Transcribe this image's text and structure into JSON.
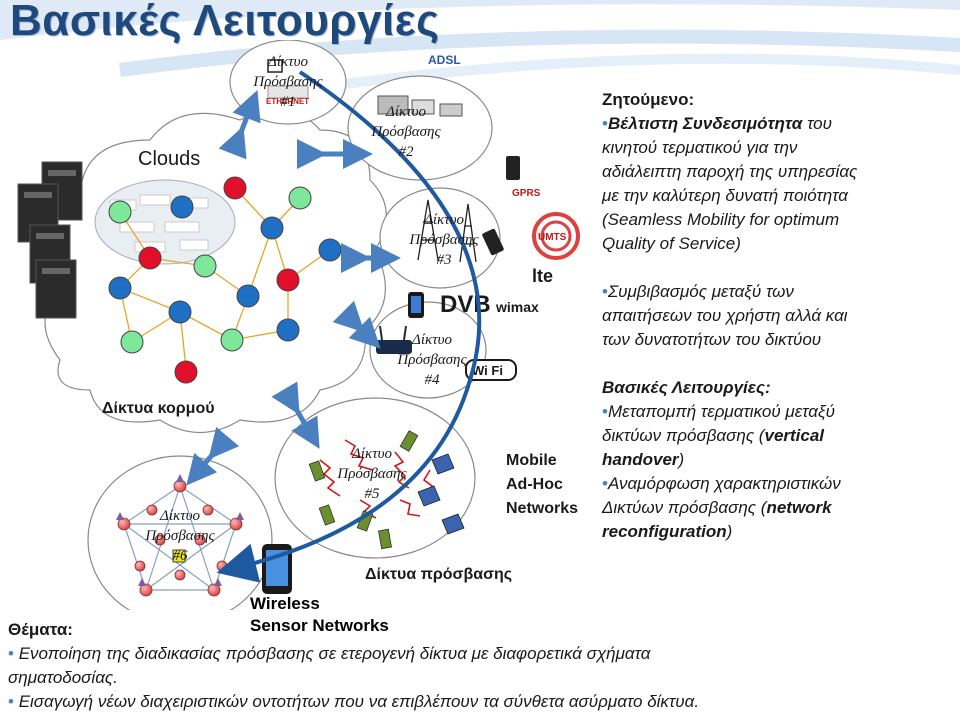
{
  "title": "Βασικές Λειτουργίες",
  "colors": {
    "title": "#1f497d",
    "arrow": "#4a7fc0",
    "arc": "#1f5aa0",
    "node_blue": "#1f6fc4",
    "node_green": "#7de89a",
    "node_red": "#e0102a",
    "bullet": "#3a86c8"
  },
  "diagram": {
    "clouds_label": "Clouds",
    "core_label": "Δίκτυα κορμού",
    "access_label": "Δίκτυα πρόσβασης",
    "manet_label": [
      "Mobile",
      "Ad-Hoc",
      "Networks"
    ],
    "wsn_label": [
      "Wireless",
      "Sensor Networks"
    ],
    "access_networks": [
      {
        "name": "Δίκτυο Πρόσβασης",
        "num": "#1"
      },
      {
        "name": "Δίκτυο Πρόσβασης",
        "num": "#2"
      },
      {
        "name": "Δίκτυο Πρόσβασης",
        "num": "#3"
      },
      {
        "name": "Δίκτυο Πρόσβασης",
        "num": "#4"
      },
      {
        "name": "Δίκτυο Πρόσβασης",
        "num": "#5"
      },
      {
        "name": "Δίκτυο Πρόσβασης",
        "num": "#6"
      }
    ],
    "logos": {
      "adsl": "ADSL",
      "ethernet": "ETHERNET",
      "gprs": "GPRS",
      "umts": "UMTS",
      "lte": "lte",
      "dvb": "DVB",
      "wimax": "wimax",
      "wifi": "Wi Fi"
    }
  },
  "right_panel": {
    "heading1": "Ζητούμενο:",
    "item1_bold": "Βέλτιστη Συνδεσιμότητα",
    "item1_rest": [
      " του",
      "κινητού τερματικού για την",
      "αδιάλειπτη παροχή της υπηρεσίας",
      "με την καλύτερη δυνατή ποιότητα",
      "(Seamless Mobility for optimum",
      "Quality of Service)"
    ],
    "item2": [
      "Συμβιβασμός μεταξύ των",
      "απαιτήσεων του χρήστη αλλά και",
      "των δυνατοτήτων του δικτύου"
    ],
    "heading2": "Βασικές Λειτουργίες:",
    "item3": {
      "line1": "Μεταπομπή τερματικού μεταξύ",
      "line2": "δικτύων πρόσβασης (",
      "line2_bold": "vertical",
      "line3_bold": "handover",
      "line3_end": ")"
    },
    "item4": {
      "line1": "Αναμόρφωση χαρακτηριστικών",
      "line2": "Δικτύων πρόσβασης (",
      "line2_bold": "network",
      "line3_bold": "reconfiguration",
      "line3_end": ")"
    }
  },
  "bottom_panel": {
    "heading": "Θέματα:",
    "item1": [
      "Ενοποίηση της διαδικασίας πρόσβασης σε ετερογενή δίκτυα με διαφορετικά σχήματα",
      "σηματοδοσίας."
    ],
    "item2": "Εισαγωγή νέων διαχειριστικών οντοτήτων που να επιβλέπουν τα σύνθετα ασύρματο δίκτυα."
  }
}
